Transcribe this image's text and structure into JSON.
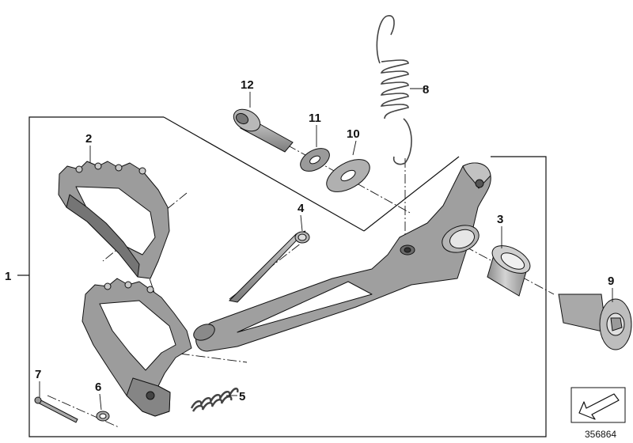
{
  "diagram": {
    "reference_number": "356864",
    "callouts": [
      {
        "id": "1",
        "label": "1"
      },
      {
        "id": "2",
        "label": "2"
      },
      {
        "id": "3",
        "label": "3"
      },
      {
        "id": "4",
        "label": "4"
      },
      {
        "id": "5",
        "label": "5"
      },
      {
        "id": "6",
        "label": "6"
      },
      {
        "id": "7",
        "label": "7"
      },
      {
        "id": "8",
        "label": "8"
      },
      {
        "id": "9",
        "label": "9"
      },
      {
        "id": "10",
        "label": "10"
      },
      {
        "id": "11",
        "label": "11"
      },
      {
        "id": "12",
        "label": "12"
      }
    ]
  },
  "colors": {
    "part_fill": "#a7a7a7",
    "part_dark": "#6e6e6e",
    "part_light": "#cfcfcf",
    "line": "#111111",
    "background": "#ffffff"
  }
}
